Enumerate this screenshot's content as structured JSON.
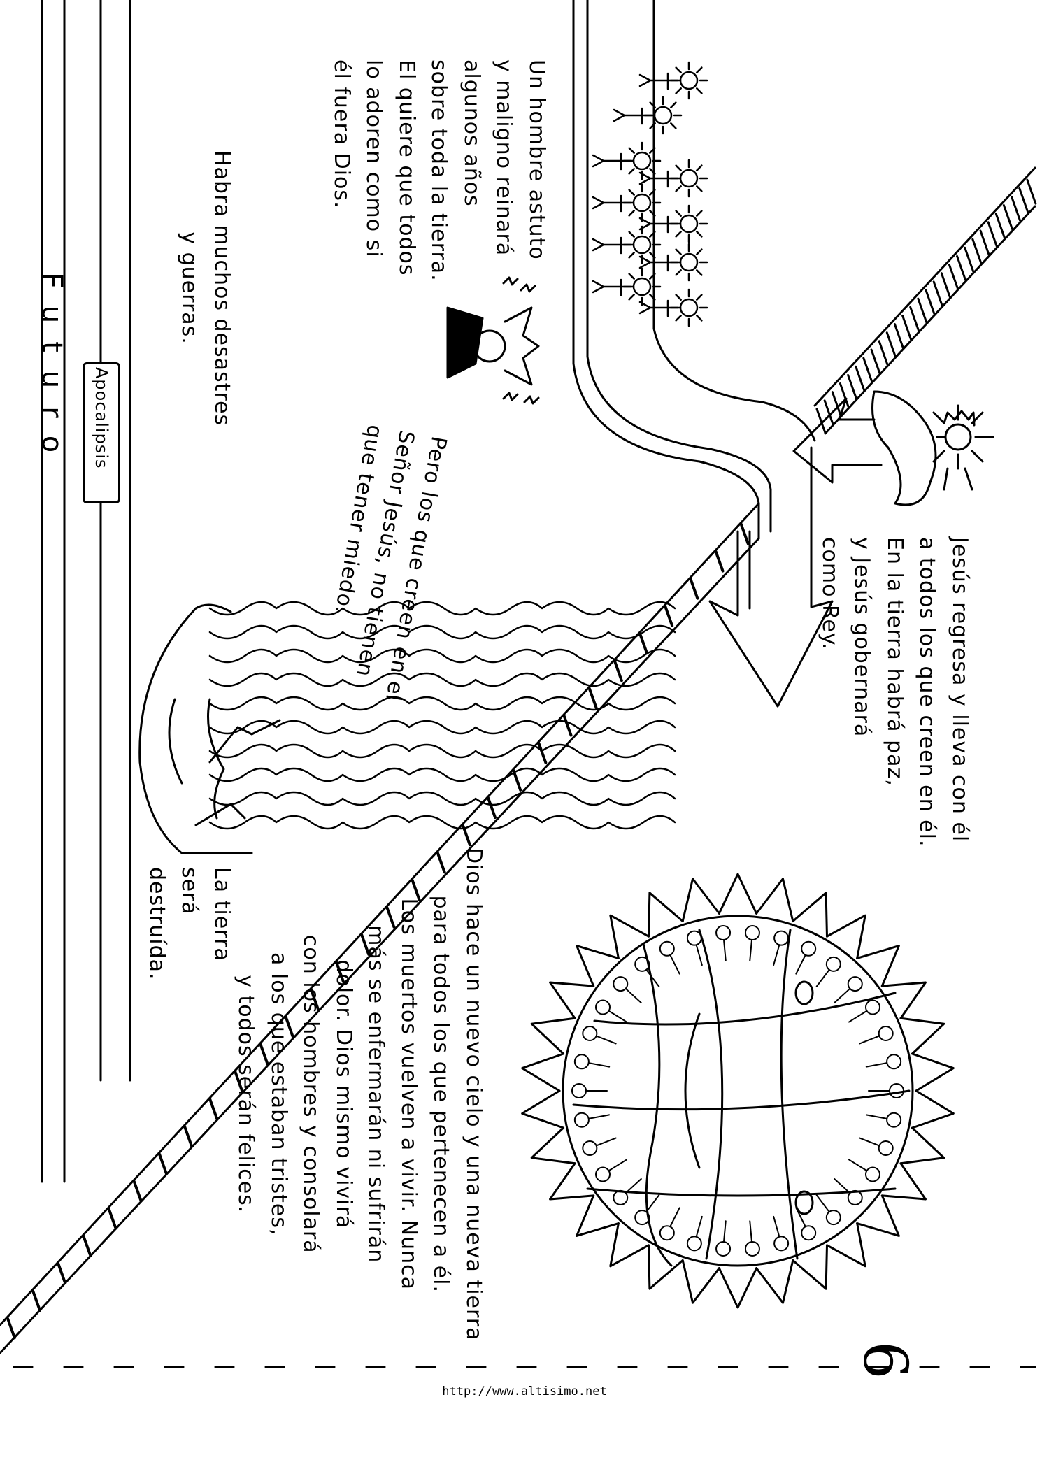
{
  "page_number": "6",
  "footer_url": "http://www.altisimo.net",
  "timeline_label": "Futuro",
  "book_label": "Apocalipsis",
  "texts": {
    "man_rule": [
      "Un hombre astuto",
      "y maligno reinará",
      "algunos años",
      "sobre toda la tierra.",
      "El quiere que todos",
      "lo adoren como si",
      "él fuera Dios."
    ],
    "disasters": [
      "Habra muchos desastres",
      "y guerras."
    ],
    "believers": [
      "Pero los que creen en el",
      "Señor Jesús, no tienen",
      "que tener miedo."
    ],
    "jesus_returns": [
      "Jesús regresa y lleva con él",
      "a todos los que creen en él.",
      "En la tierra habrá paz,",
      "y Jesús gobernará",
      "como Rey."
    ],
    "earth_destroyed": [
      "La tierra",
      "será",
      "destruída."
    ],
    "new_world": [
      "Dios hace un nuevo cielo y una nueva tierra",
      "para todos los que pertenecen a él.",
      "Los muertos vuelven a vivir.  Nunca",
      "más se enfermarán ni sufrirán",
      "dolor.  Dios mismo vivirá",
      "con los hombres y consolará",
      "a los que estaban tristes,",
      "y todos serán felices."
    ]
  },
  "colors": {
    "ink": "#000000",
    "paper": "#ffffff"
  }
}
